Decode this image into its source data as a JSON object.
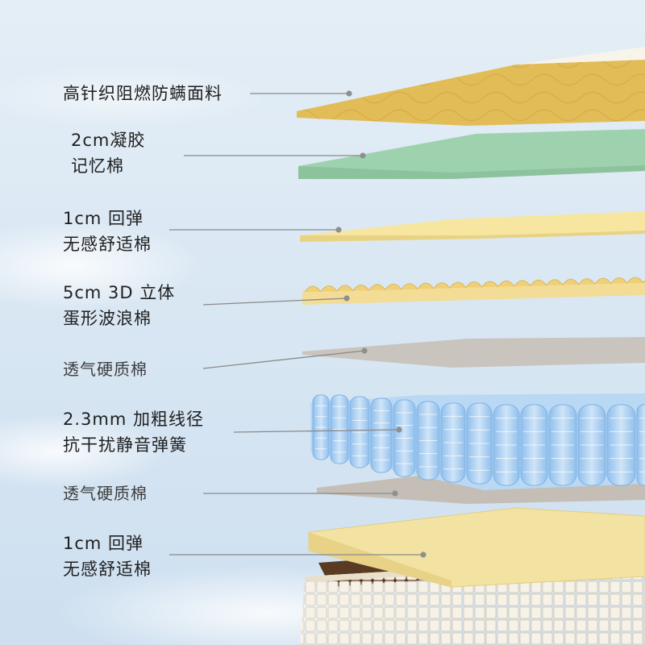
{
  "layers": [
    {
      "id": "fabric",
      "lines": [
        "高针织阻燃防螨面料"
      ],
      "color": "#e2bd57",
      "light": false
    },
    {
      "id": "gel-memory-foam",
      "lines": [
        "2cm凝胶",
        "记忆棉"
      ],
      "color": "#9ed2ae",
      "light": false
    },
    {
      "id": "comfort-foam-top",
      "lines": [
        "1cm 回弹",
        "无感舒适棉"
      ],
      "color": "#f6e6a0",
      "light": false
    },
    {
      "id": "egg-crate-foam",
      "lines": [
        "5cm 3D 立体",
        "蛋形波浪棉"
      ],
      "color": "#f3dc95",
      "light": false
    },
    {
      "id": "hard-cotton-top",
      "lines": [
        "透气硬质棉"
      ],
      "color": "#c9c4bd",
      "light": true
    },
    {
      "id": "pocket-springs",
      "lines": [
        "2.3mm 加粗线径",
        "抗干扰静音弹簧"
      ],
      "color": "#a7cdf0",
      "light": false
    },
    {
      "id": "hard-cotton-bottom",
      "lines": [
        "透气硬质棉"
      ],
      "color": "#c4beb6",
      "light": true
    },
    {
      "id": "comfort-foam-bottom",
      "lines": [
        "1cm 回弹",
        "无感舒适棉"
      ],
      "color": "#f3e3a2",
      "light": false
    }
  ],
  "colors": {
    "sky_top": "#e3eef6",
    "sky_bottom": "#cfe1ef",
    "leader": "#8a8a8a",
    "dot": "#8f8f8f",
    "mattress_base": "#f1ebdf",
    "mattress_edge": "#5a3a22"
  }
}
